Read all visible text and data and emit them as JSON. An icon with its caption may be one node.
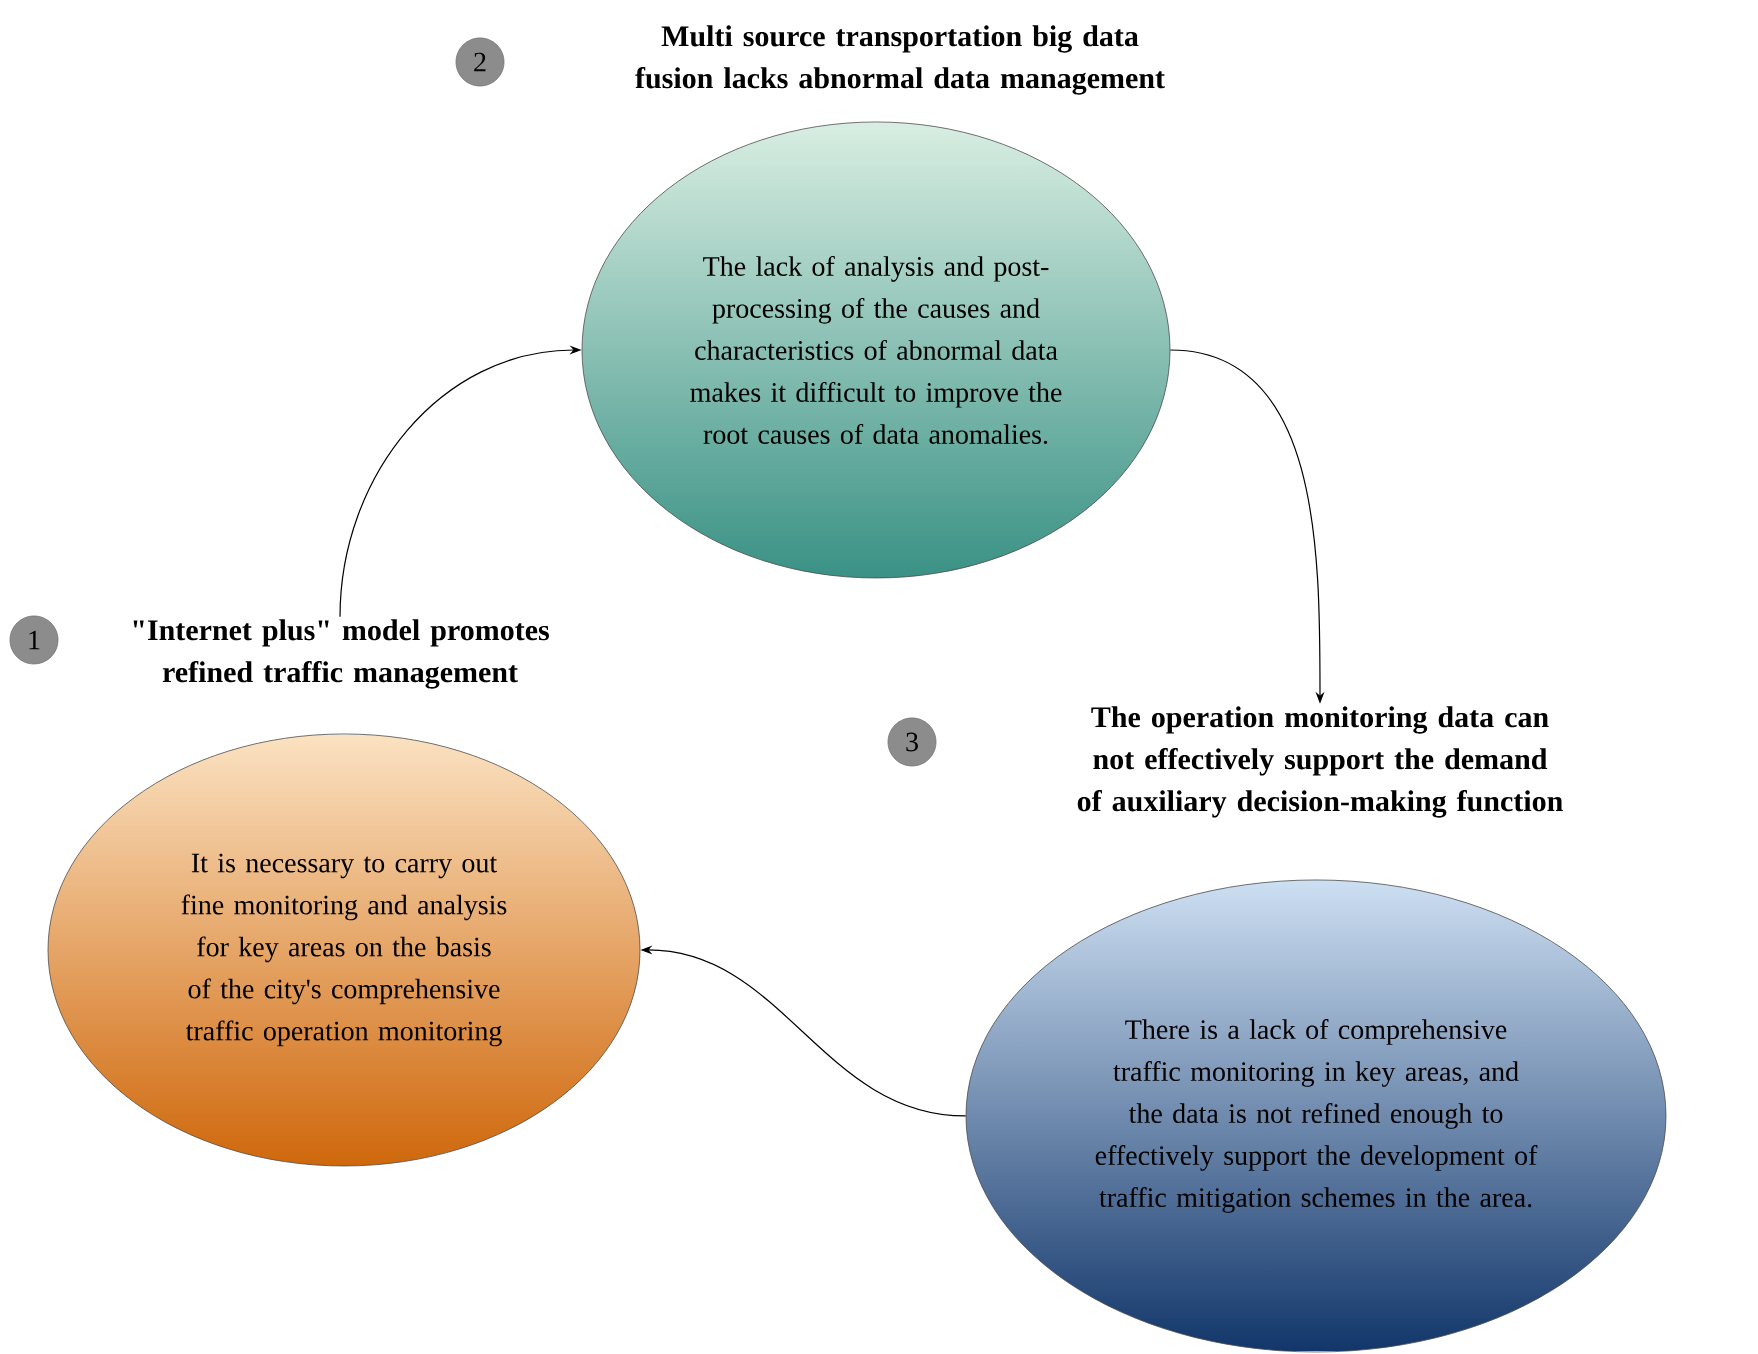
{
  "diagram": {
    "nodes": [
      {
        "text": [
          "2"
        ]
      },
      {
        "text": [
          "Multi source transportation big data fusion lacks abnormal data management",
          "The lack of analysis and post-processing of the causes and characteristics of abnormal data makes it difficult to improve the root causes of data anomalies."
        ]
      },
      {
        "text": [
          "1"
        ]
      },
      {
        "text": [
          "\"Internet plus\" model promotes refined traffic management",
          "It is necessary to carry out fine monitoring and analysis for key areas on the basis of the city's comprehensive traffic operation monitoring"
        ]
      },
      {
        "text": [
          "3"
        ]
      },
      {
        "text": [
          "The operation monitoring data can not effectively support the demand of auxiliary decision-making function",
          "There is a lack of comprehensive traffic monitoring in key areas, and the data is not refined enough to effectively support the development of traffic mitigation schemes in the area."
        ]
      }
    ],
    "edges": [
      {
        "from": 3,
        "to": 1,
        "arrow": "to"
      },
      {
        "from": 1,
        "to": 5,
        "arrow": "to"
      },
      {
        "from": 5,
        "to": 3,
        "arrow": "to"
      }
    ]
  }
}
